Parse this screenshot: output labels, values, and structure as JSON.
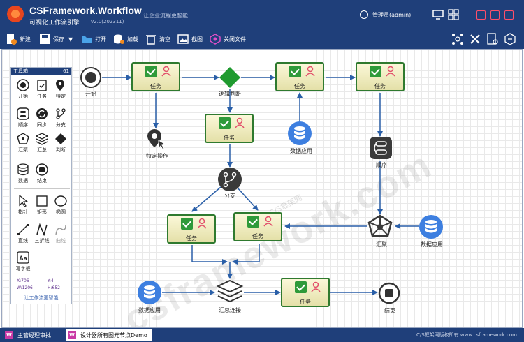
{
  "titlebar": {
    "title": "CSFramework.Workflow",
    "subtitle": "可视化工作流引擎",
    "version": "v2.0(202311)",
    "slogan": "让企业流程更智能!",
    "user": "管理员(admin)",
    "colors": {
      "background": "#1f3f7a",
      "window_buttons": "#ff4f6a"
    }
  },
  "toolbar": {
    "new": "新建",
    "save": "保存",
    "open": "打开",
    "load": "加载",
    "clear": "清空",
    "screenshot": "截图",
    "close_file": "关闭文件"
  },
  "toolbox": {
    "title": "工具箱",
    "pin": "61",
    "items": [
      {
        "label": "开始",
        "icon": "start-circle-icon"
      },
      {
        "label": "任务",
        "icon": "task-clipboard-icon"
      },
      {
        "label": "特定",
        "icon": "specific-pin-icon"
      },
      {
        "label": "顺序",
        "icon": "sequence-icon"
      },
      {
        "label": "同步",
        "icon": "sync-icon"
      },
      {
        "label": "分支",
        "icon": "branch-icon"
      },
      {
        "label": "汇聚",
        "icon": "converge-icon"
      },
      {
        "label": "汇总",
        "icon": "summary-layers-icon"
      },
      {
        "label": "判断",
        "icon": "decision-diamond-icon"
      },
      {
        "label": "数据",
        "icon": "database-icon"
      },
      {
        "label": "结束",
        "icon": "end-circle-icon"
      },
      {
        "label": "指针",
        "icon": "pointer-icon"
      },
      {
        "label": "矩形",
        "icon": "rectangle-icon"
      },
      {
        "label": "椭圆",
        "icon": "ellipse-icon"
      },
      {
        "label": "直线",
        "icon": "line-icon"
      },
      {
        "label": "三折线",
        "icon": "polyline-icon"
      },
      {
        "label": "曲线",
        "icon": "curve-icon"
      },
      {
        "label": "写字板",
        "icon": "text-aa-icon"
      }
    ],
    "coords": {
      "x": "X:706",
      "y": "Y:4",
      "w": "W:1206",
      "h": "H:652"
    },
    "footer": "让工作流更智能"
  },
  "diagram": {
    "start": "开始",
    "task": "任务",
    "specific_op": "特定操作",
    "decision": "逻辑判断",
    "data_app": "数据应用",
    "branch": "分支",
    "sequence": "顺序",
    "converge": "汇聚",
    "summary": "汇总连接",
    "end": "结束"
  },
  "watermark": {
    "main": "csframework.com",
    "sub": "C/S框架网"
  },
  "statusbar": {
    "tab1": "主管经理审批",
    "tab2": "设计器所有图元节点Demo",
    "copyright": "C/S框架网版权所有 www.csframework.com"
  }
}
